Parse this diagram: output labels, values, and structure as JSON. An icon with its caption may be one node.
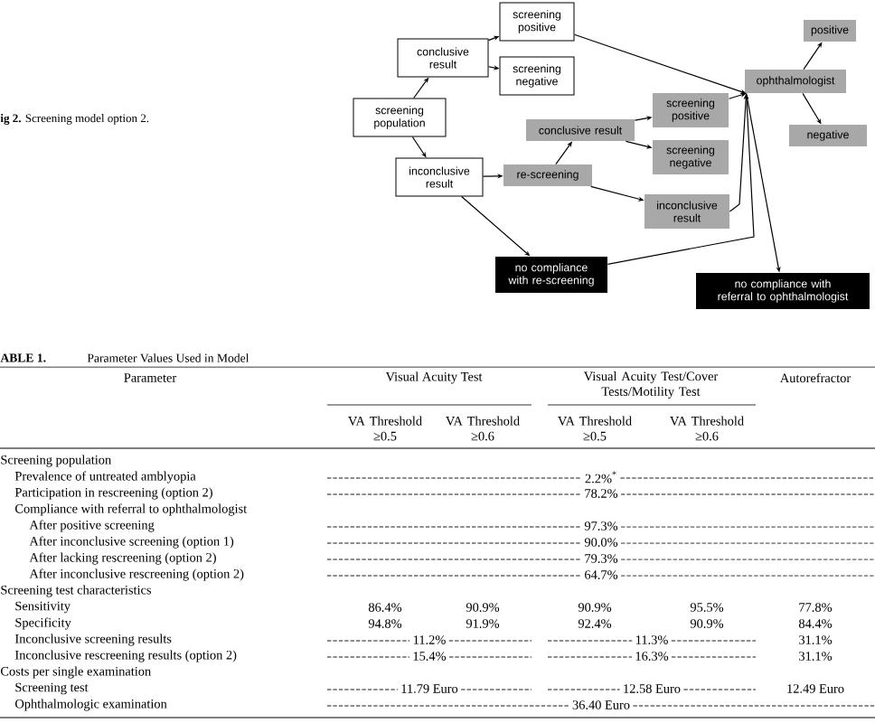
{
  "diagram": {
    "caption": "**ig 2.** Screening model option 2.",
    "nodes": [
      {
        "text": [
          "screening population"
        ]
      },
      {
        "text": [
          "conclusive result"
        ]
      },
      {
        "text": [
          "inconclusive result"
        ]
      },
      {
        "text": [
          "screening positive"
        ]
      },
      {
        "text": [
          "screening negative"
        ]
      },
      {
        "text": [
          "re-screening"
        ]
      },
      {
        "text": [
          "conclusive result"
        ]
      },
      {
        "text": [
          "screening positive"
        ]
      },
      {
        "text": [
          "screening negative"
        ]
      },
      {
        "text": [
          "inconclusive result"
        ]
      },
      {
        "text": [
          "no compliance with re-screening"
        ]
      },
      {
        "text": [
          "ophthalmologist"
        ]
      },
      {
        "text": [
          "positive"
        ]
      },
      {
        "text": [
          "negative"
        ]
      },
      {
        "text": [
          "no compliance with referral to ophthalmologist"
        ]
      }
    ],
    "edges": [
      {
        "from": 0,
        "to": 1,
        "arrow": "to"
      },
      {
        "from": 0,
        "to": 2,
        "arrow": "to"
      },
      {
        "from": 1,
        "to": 3,
        "arrow": "to"
      },
      {
        "from": 1,
        "to": 4,
        "arrow": "to"
      },
      {
        "from": 2,
        "to": 5,
        "arrow": "to"
      },
      {
        "from": 2,
        "to": 10,
        "arrow": "to"
      },
      {
        "from": 5,
        "to": 6,
        "arrow": "to"
      },
      {
        "from": 5,
        "to": 9,
        "arrow": "to"
      },
      {
        "from": 6,
        "to": 7,
        "arrow": "to"
      },
      {
        "from": 6,
        "to": 8,
        "arrow": "to"
      },
      {
        "from": 3,
        "to": 11,
        "arrow": "to"
      },
      {
        "from": 7,
        "to": 11,
        "arrow": "to"
      },
      {
        "from": 9,
        "to": 11,
        "arrow": "to"
      },
      {
        "from": 10,
        "to": 11,
        "arrow": "to"
      },
      {
        "from": 11,
        "to": 12,
        "arrow": "to"
      },
      {
        "from": 11,
        "to": 13,
        "arrow": "to"
      },
      {
        "from": 11,
        "to": 14,
        "arrow": "to"
      }
    ],
    "labels": [
      "ABLE 1.",
      "Parameter Values Used in Model",
      "Parameter",
      "Visual Acuity Test",
      "Visual Acuity Test/Cover Tests/Motility Test",
      "Autorefractor",
      "VA Threshold ≥0.5",
      "VA Threshold ≥0.6",
      "VA Threshold ≥0.5",
      "VA Threshold ≥0.6",
      "Screening population",
      "Prevalence of untreated amblyopia",
      "2.2%$^{*}$",
      "Participation in rescreening (option 2)",
      "78.2%",
      "Compliance with referral to ophthalmologist",
      "After positive screening",
      "97.3%",
      "After inconclusive screening (option 1)",
      "90.0%",
      "After lacking rescreening (option 2)",
      "79.3%",
      "After inconclusive rescreening (option 2)",
      "64.7%",
      "Screening test characteristics",
      "Sensitivity",
      "86.4%",
      "90.9%",
      "90.9%",
      "95.5%",
      "77.8%",
      "Specificity",
      "94.8%",
      "91.9%",
      "92.4%",
      "90.9%",
      "84.4%",
      "Inconclusive screening results",
      "11.2%",
      "11.3%",
      "31.1%",
      "Inconclusive rescreening results (option 2)",
      "15.4%",
      "16.3%",
      "31.1%",
      "Costs per single examination",
      "Screening test",
      "11.79 Euro",
      "12.58 Euro",
      "12.49 Euro",
      "Ophthalmologic examination",
      "36.40 Euro"
    ]
  }
}
